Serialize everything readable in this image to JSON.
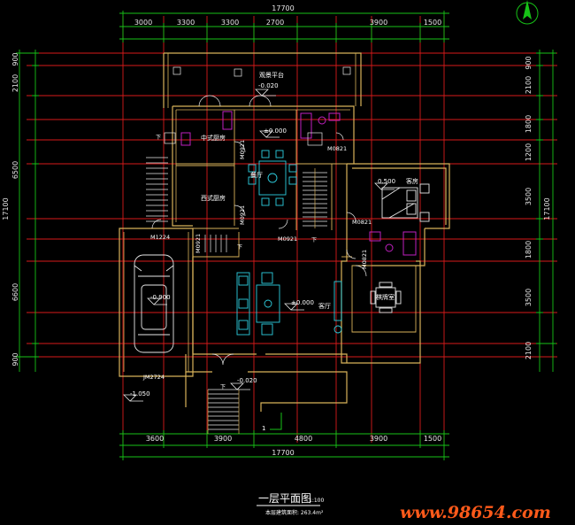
{
  "overall_top": "17700",
  "overall_bottom": "17700",
  "top_dims": [
    "3000",
    "3300",
    "3300",
    "2700",
    "3900",
    "1500"
  ],
  "bottom_dims": [
    "3600",
    "3900",
    "4800",
    "3900",
    "1500"
  ],
  "left_dims": [
    "900",
    "2100",
    "6500",
    "6600",
    "900"
  ],
  "left_total": "17100",
  "right_total": "17100",
  "right_dims": [
    "900",
    "2100",
    "1800",
    "1200",
    "3500",
    "1800",
    "3500",
    "2100"
  ],
  "rooms": {
    "terrace": "观景平台",
    "terrace_level": "-0.020",
    "chinese_kitchen": "中式厨房",
    "western_kitchen": "西式厨房",
    "dining": "餐厅",
    "dining_level": "±0.000",
    "bedroom": "客房",
    "bedroom_level": "0.500",
    "living": "客厅",
    "living_level": "±0.000",
    "garage_level": "-0.900",
    "study": "棋牌室",
    "entry_level": "-0.020",
    "outside_level": "-1.050"
  },
  "doors": {
    "m0921_a": "M0921",
    "m0921_b": "M0921",
    "m0921_c": "M0921",
    "m0921_d": "M0921",
    "m0821_a": "M0821",
    "m0821_b": "M0821",
    "m0821_c": "M0821",
    "m1224": "M1224",
    "jm2724": "JM2724"
  },
  "stair_marks": {
    "down_a": "下",
    "down_b": "下",
    "down_c": "下",
    "down_d": "下",
    "number": "1"
  },
  "title": "一层平面图",
  "scale": "1:100",
  "area_note": "本层建筑面积: 263.4m²",
  "watermark": "www.98654.com",
  "colors": {
    "background": "#000000",
    "axis_red": "#d81a1a",
    "dim_green": "#17c217",
    "wall_gold": "#d8b25a",
    "furniture_cyan": "#2ecfe0",
    "fixture_magenta": "#c020c0",
    "watermark": "#ff5a1a"
  }
}
